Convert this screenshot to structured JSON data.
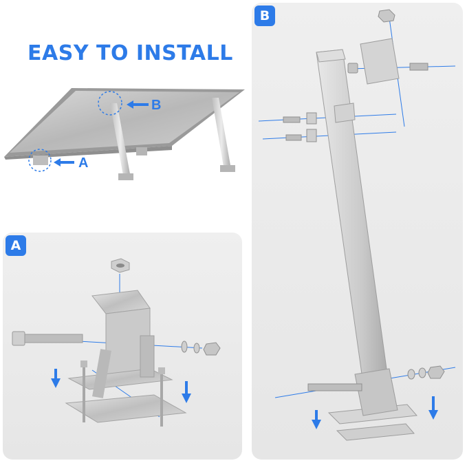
{
  "header": {
    "title": "EASY TO INSTALL"
  },
  "callouts": {
    "a": "A",
    "b": "B"
  },
  "panels": {
    "a": {
      "badge": "A"
    },
    "b": {
      "badge": "B"
    }
  },
  "colors": {
    "accent": "#2d7be8",
    "panel_bg": "#ececec",
    "metal": "#c8c8c8"
  }
}
